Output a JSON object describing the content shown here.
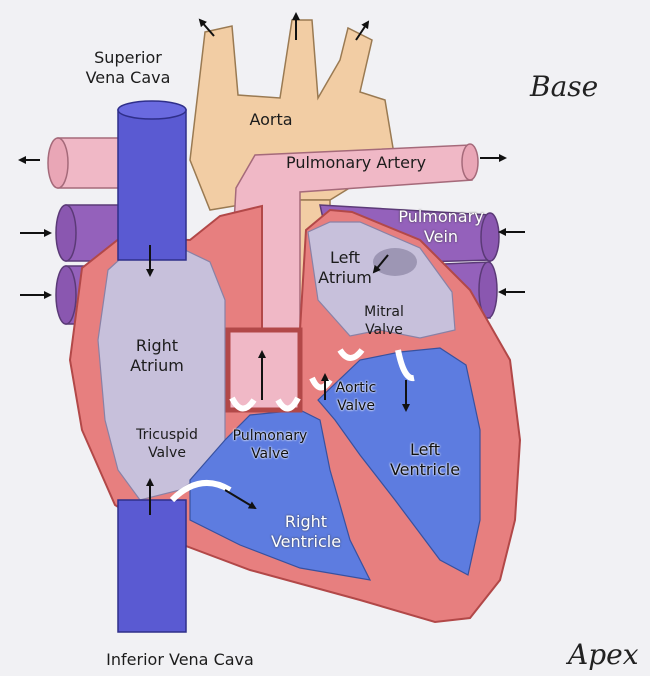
{
  "labels": {
    "superior_vena_cava": "Superior\nVena Cava",
    "aorta": "Aorta",
    "base": "Base",
    "pulmonary_artery": "Pulmonary Artery",
    "pulmonary_vein": "Pulmonary\nVein",
    "left_atrium": "Left\nAtrium",
    "mitral_valve": "Mitral\nValve",
    "right_atrium": "Right\nAtrium",
    "aortic_valve": "Aortic\nValve",
    "tricuspid_valve": "Tricuspid\nValve",
    "pulmonary_valve": "Pulmonary\nValve",
    "left_ventricle": "Left\nVentricle",
    "right_ventricle": "Right\nVentricle",
    "inferior_vena_cava": "Inferior Vena Cava",
    "apex": "Apex"
  },
  "colors": {
    "background": "#f1f1f4",
    "heart_wall": "#e77f7f",
    "wall_outline": "#b24848",
    "aorta": "#f2cda4",
    "pulmonary_artery": "#f0b8c6",
    "vena_cava": "#5a5ad2",
    "pulmonary_vein": "#9461bb",
    "atrium_chamber": "#c7c0db",
    "ventricle_chamber": "#5d7ce0",
    "valve": "#ffffff"
  }
}
